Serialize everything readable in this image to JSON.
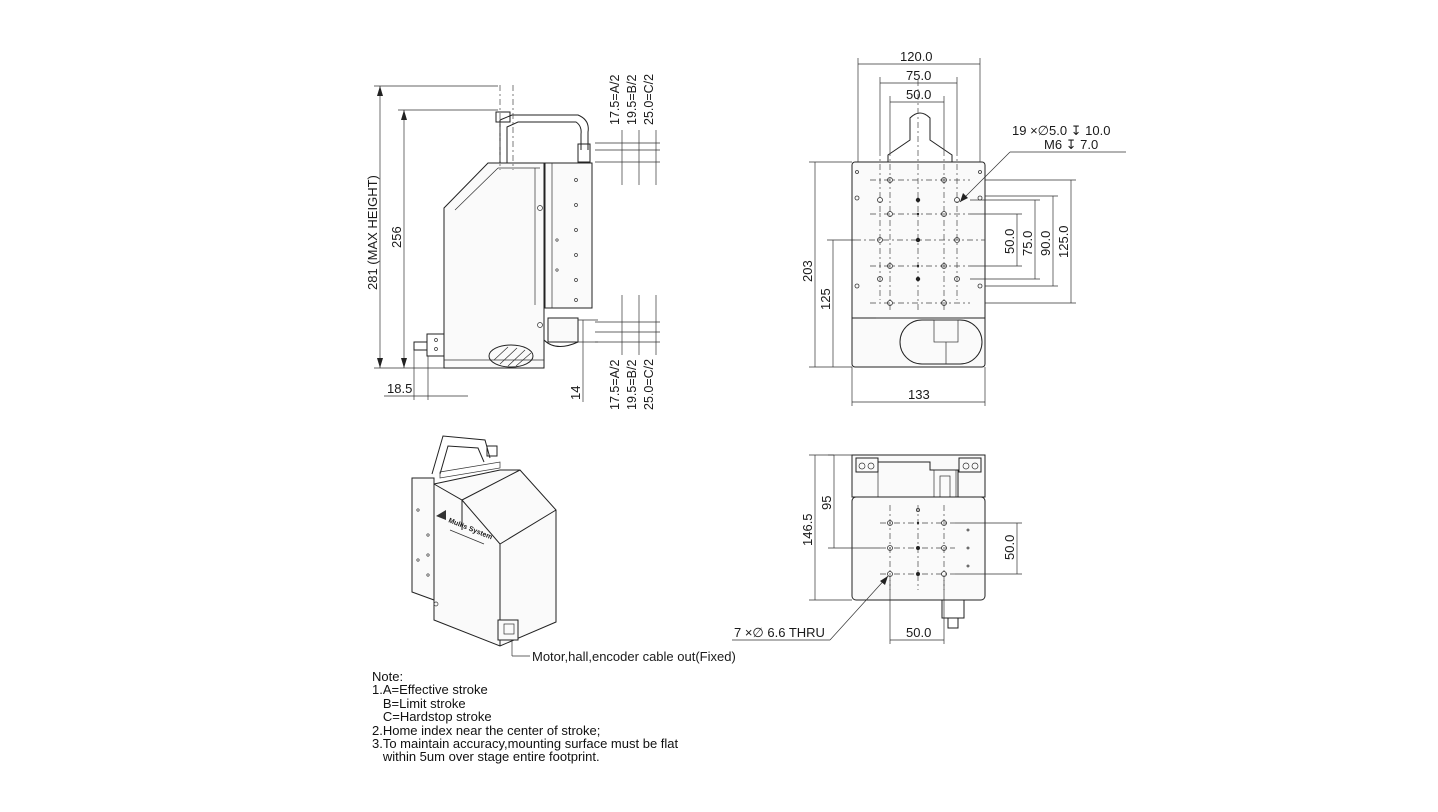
{
  "dimensions": {
    "side": {
      "max_height": "281 (MAX HEIGHT)",
      "height": "256",
      "offset_left": "18.5",
      "offset_bottom": "14",
      "stroke_top": [
        "17.5=A/2",
        "19.5=B/2",
        "25.0=C/2"
      ],
      "stroke_bottom": [
        "17.5=A/2",
        "19.5=B/2",
        "25.0=C/2"
      ]
    },
    "top_view": {
      "width_120": "120.0",
      "width_75": "75.0",
      "width_50": "50.0",
      "hole_callout_1": "19 ×∅5.0 ↧ 10.0",
      "hole_callout_2": "M6 ↧ 7.0",
      "height_203": "203",
      "height_125": "125",
      "v_50": "50.0",
      "v_75": "75.0",
      "v_90": "90.0",
      "v_125": "125.0",
      "width_133": "133"
    },
    "bottom_view": {
      "height_95": "95",
      "height_146": "146.5",
      "v_50": "50.0",
      "h_50": "50.0",
      "thru_callout": "7 ×∅ 6.6 THRU"
    }
  },
  "iso_view": {
    "cable_label": "Motor,hall,encoder cable out(Fixed)",
    "logo_text": "Mullis System"
  },
  "notes": {
    "heading": "Note:",
    "lines": [
      "1.A=Effective stroke",
      "   B=Limit stroke",
      "   C=Hardstop stroke",
      "2.Home index near the center of stroke;",
      "3.To maintain accuracy,mounting surface must be flat",
      "   within 5um over stage entire footprint."
    ]
  }
}
